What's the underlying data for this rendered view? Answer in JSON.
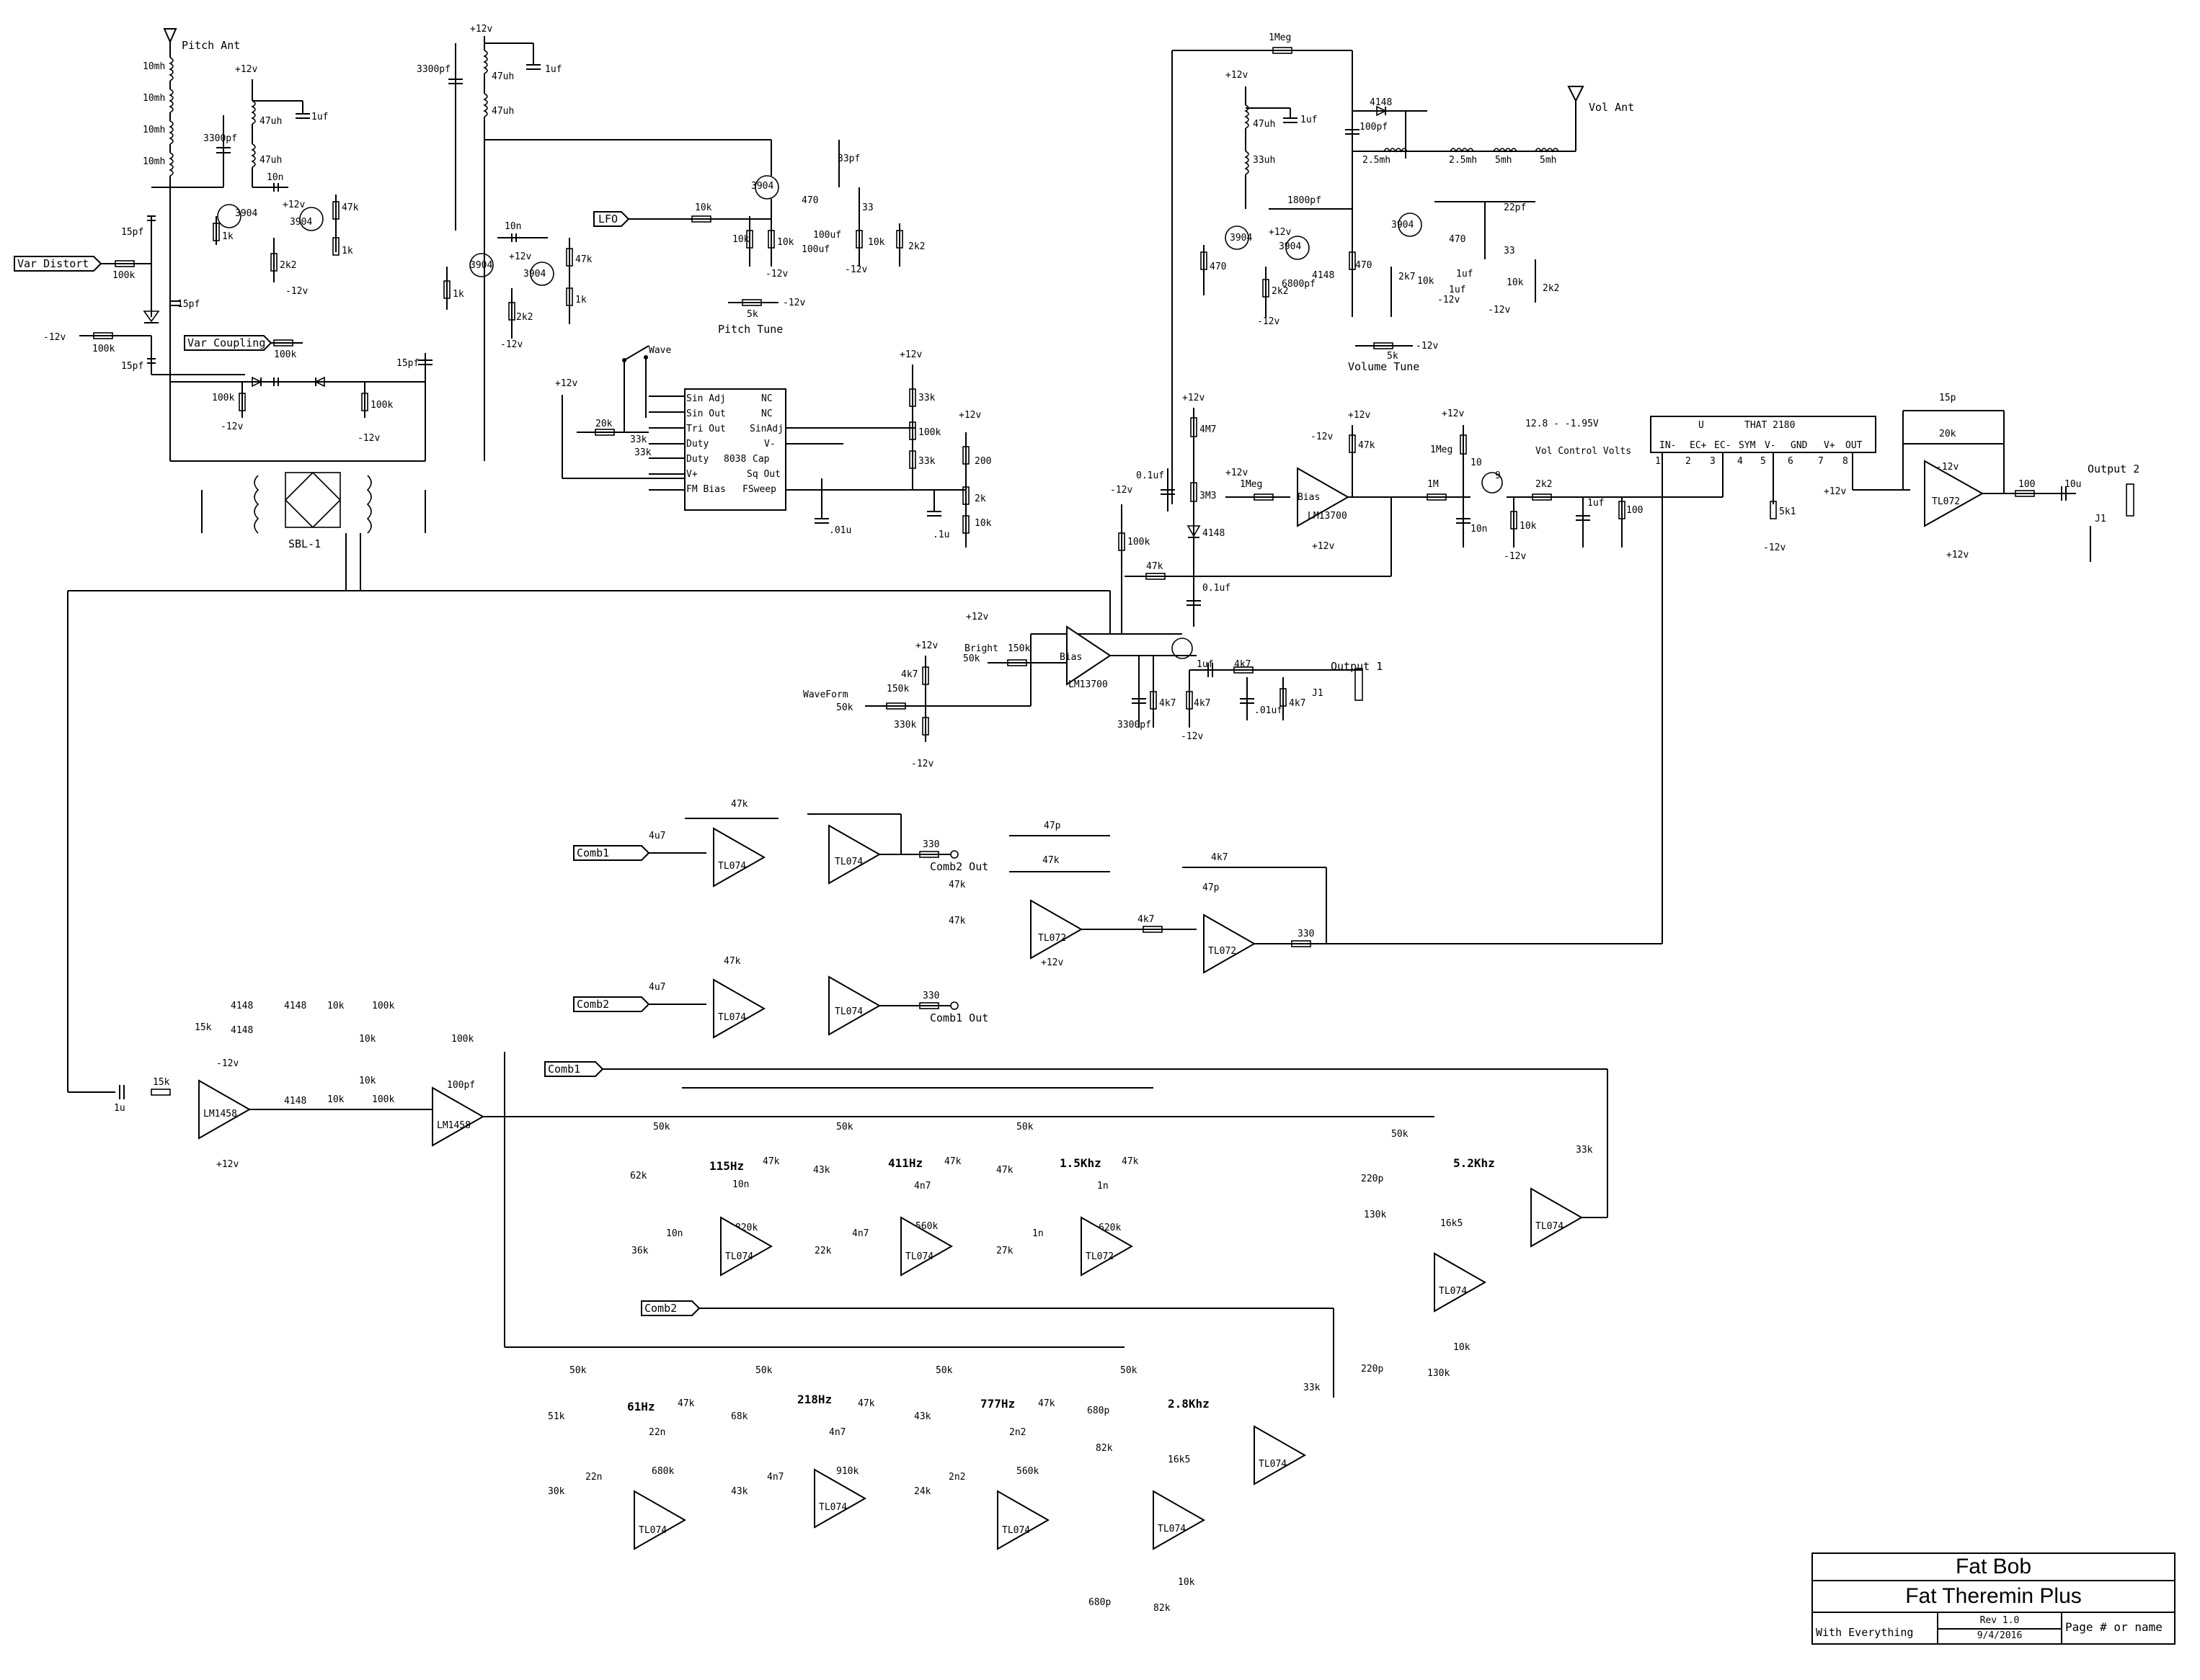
{
  "antennas": {
    "pitch": "Pitch Ant",
    "volume": "Vol Ant"
  },
  "inputs": {
    "var_distort": "Var Distort",
    "var_coupling": "Var Coupling",
    "lfo": "LFO",
    "comb1_in": "Comb1",
    "comb2_in": "Comb2",
    "comb1_bus": "Comb1",
    "comb2_bus": "Comb2"
  },
  "outputs": {
    "output1": "Output 1",
    "output2": "Output 2",
    "comb1_out": "Comb1 Out",
    "comb2_out": "Comb2 Out",
    "jack1": "J1",
    "jack2": "J1"
  },
  "controls": {
    "pitch_tune": "Pitch Tune",
    "volume_tune": "Volume Tune",
    "bright": "Bright",
    "waveform": "WaveForm",
    "wave": "Wave",
    "vol_control": "Vol Control Volts",
    "vol_range": "12.8 - -1.95V"
  },
  "chips": {
    "that2180": {
      "name": "THAT 2180",
      "pins": [
        "IN-",
        "EC+",
        "EC-",
        "SYM",
        "V-",
        "GND",
        "V+",
        "OUT"
      ],
      "nums": [
        "1",
        "2",
        "3",
        "4",
        "5",
        "6",
        "7",
        "8"
      ]
    },
    "icl8038": {
      "name": "8038",
      "left": [
        "Sin Adj",
        "Sin Out",
        "Tri Out",
        "Duty",
        "Duty",
        "V+",
        "FM Bias"
      ],
      "right": [
        "NC",
        "NC",
        "SinAdj",
        "V-",
        "Cap",
        "Sq Out",
        "FSweep"
      ]
    },
    "lm13700_main": "LM13700",
    "lm13700_vol": "LM13700",
    "lm1458": "LM1458",
    "tl072": "TL072",
    "tl074": "TL074",
    "bias": "Bias",
    "sbl": "SBL-1"
  },
  "filters": {
    "f115": "115Hz",
    "f411": "411Hz",
    "f15k": "1.5Khz",
    "f52k": "5.2Khz",
    "f61": "61Hz",
    "f218": "218Hz",
    "f777": "777Hz",
    "f28k": "2.8Khz"
  },
  "values": {
    "r10mh": "10mh",
    "r47uh": "47uh",
    "r33uh": "33uh",
    "c3300pf": "3300pf",
    "c1uf": "1uf",
    "c15pf": "15pf",
    "r100k": "100k",
    "r10k": "10k",
    "r47k": "47k",
    "r1k": "1k",
    "r2k2": "2k2",
    "r470": "470",
    "r33": "33",
    "c33pf": "33pf",
    "c100uf": "100uf",
    "r5k": "5k",
    "c10n": "10n",
    "t3904": "3904",
    "r1meg": "1Meg",
    "c100pf": "100pf",
    "r25mh": "2.5mh",
    "r5mh": "5mh",
    "c1800pf": "1800pf",
    "c6800pf": "6800pf",
    "c22pf": "22pf",
    "r2k7": "2k7",
    "d4148": "4148",
    "r4m7": "4M7",
    "r3m3": "3M3",
    "c01uf": "0.1uf",
    "r1m": "1M",
    "r2k2b": "2k2",
    "r100": "100",
    "r5k1": "5k1",
    "c15p": "15p",
    "r20k": "20k",
    "c10u": "10u",
    "r150k": "150k",
    "r50k": "50k",
    "r4k7": "4k7",
    "r330k": "330k",
    "c1u": "1u",
    "c3300pf_b": "3300pf",
    "c01u": ".01uf",
    "r33k": "33k",
    "r200": "200",
    "r2k": "2k",
    "c01": ".01u",
    "c1": ".1u",
    "c4u7": "4u7",
    "r330": "330",
    "c47p": "47p",
    "r15k": "15k",
    "c100pf_b": "100pf",
    "r62k": "62k",
    "r36k": "36k",
    "r820k": "820k",
    "r43k": "43k",
    "r22k": "22k",
    "c4n7": "4n7",
    "r560k": "560k",
    "r27k": "27k",
    "c1n": "1n",
    "r620k": "620k",
    "c220p": "220p",
    "r130k": "130k",
    "r16k5": "16k5",
    "r51k": "51k",
    "r30k": "30k",
    "c22n": "22n",
    "r680k": "680k",
    "r68k": "68k",
    "r910k": "910k",
    "r24k": "24k",
    "c2n2": "2n2",
    "c680p": "680p",
    "r82k": "82k",
    "r15k_b": "15k",
    "r20k_b": "20k",
    "p12v": "+12v",
    "m12v": "-12v",
    "m12v_alt": "-12v"
  },
  "title_block": {
    "title": "Fat Bob",
    "subtitle": "Fat Theremin Plus",
    "note": "With Everything",
    "rev": "Rev 1.0",
    "date": "9/4/2016",
    "page": "Page # or name"
  }
}
